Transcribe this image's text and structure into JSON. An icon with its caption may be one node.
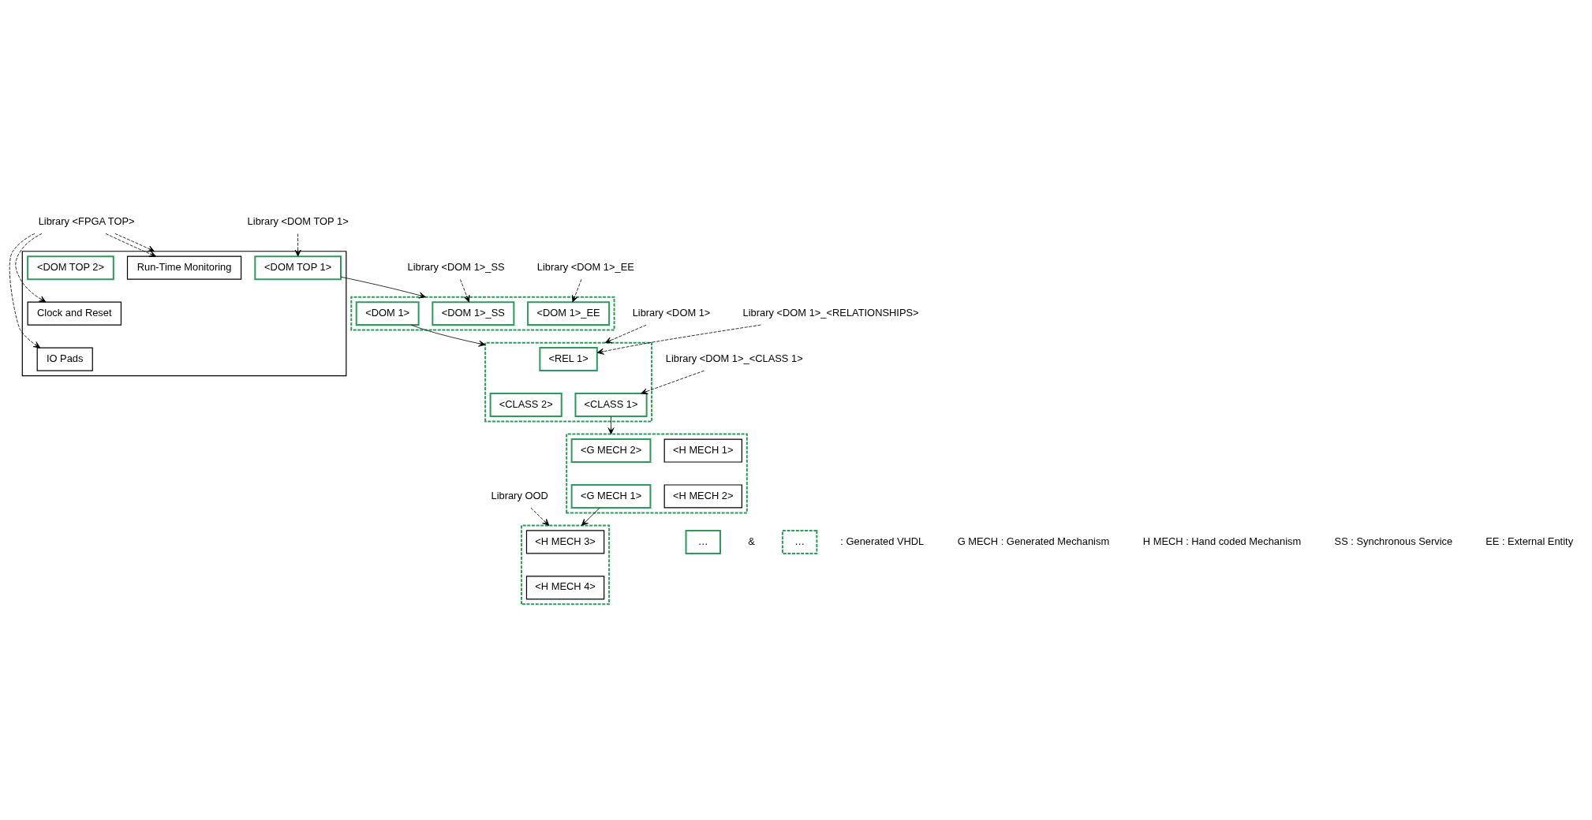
{
  "diagram": {
    "nodes": [
      {
        "text": [],
        "shape": "box"
      },
      {
        "text": [
          "Run-Time Monitoring"
        ],
        "in": 0
      },
      {
        "text": [
          "Clock and Reset"
        ],
        "in": 0
      },
      {
        "text": [
          "IO Pads"
        ],
        "in": 0
      },
      {
        "text": [
          "<DOM TOP 1>"
        ],
        "in": 0
      },
      {
        "text": [
          "<DOM TOP 2>"
        ],
        "in": 0
      },
      {
        "text": [
          "Library <FPGA TOP>"
        ]
      },
      {
        "text": [
          "Library <DOM TOP 1>"
        ]
      },
      {
        "text": [],
        "shape": "box"
      },
      {
        "text": [
          "<DOM 1>_SS"
        ],
        "in": 8
      },
      {
        "text": [
          "<DOM 1>"
        ],
        "in": 8
      },
      {
        "text": [
          "<DOM 1>_EE"
        ],
        "in": 8
      },
      {
        "text": [
          "Library <DOM 1>_SS"
        ]
      },
      {
        "text": [
          "Library <DOM 1>_EE"
        ]
      },
      {
        "text": [
          "Library <DOM 1>"
        ]
      },
      {
        "text": [],
        "shape": "box"
      },
      {
        "text": [
          "<REL 1>"
        ],
        "in": 15
      },
      {
        "text": [
          "<CLASS 1>"
        ],
        "in": 15
      },
      {
        "text": [
          "<CLASS 2>"
        ],
        "in": 15
      },
      {
        "text": [
          "Library <DOM 1>_<RELATIONSHIPS>"
        ]
      },
      {
        "text": [
          "Library <DOM 1>_<CLASS 1>"
        ]
      },
      {
        "text": [],
        "shape": "box"
      },
      {
        "text": [
          "<H MECH 3>"
        ],
        "in": 21
      },
      {
        "text": [
          "<H MECH 4>"
        ],
        "in": 21
      },
      {
        "text": [
          "Library OOD"
        ]
      },
      {
        "text": [],
        "shape": "box"
      },
      {
        "text": [
          "<G MECH 2>"
        ],
        "in": 25
      },
      {
        "text": [
          "<H MECH 1>"
        ],
        "in": 25
      },
      {
        "text": [
          "<G MECH 1>"
        ],
        "in": 25
      },
      {
        "text": [
          "<H MECH 2>"
        ],
        "in": 25
      },
      {
        "text": [
          "…"
        ]
      },
      {
        "text": [
          "…"
        ]
      }
    ],
    "edges": [
      {
        "from": 6,
        "to": 1,
        "arrow": "to",
        "style": "dashed"
      },
      {
        "from": 6,
        "to": 0,
        "arrow": "to",
        "style": "dashed"
      },
      {
        "from": 6,
        "to": 2,
        "arrow": "to",
        "style": "dashed"
      },
      {
        "from": 6,
        "to": 3,
        "arrow": "to",
        "style": "dashed"
      },
      {
        "from": 7,
        "to": 4,
        "arrow": "to",
        "style": "dashed"
      },
      {
        "from": 4,
        "to": 8,
        "arrow": "to"
      },
      {
        "from": 12,
        "to": 9,
        "arrow": "to",
        "style": "dashed"
      },
      {
        "from": 13,
        "to": 11,
        "arrow": "to",
        "style": "dashed"
      },
      {
        "from": 10,
        "to": 15,
        "arrow": "to"
      },
      {
        "from": 14,
        "to": 15,
        "arrow": "to",
        "style": "dashed"
      },
      {
        "from": 19,
        "to": 16,
        "arrow": "to",
        "style": "dashed"
      },
      {
        "from": 20,
        "to": 17,
        "arrow": "to",
        "style": "dashed"
      },
      {
        "from": 17,
        "to": 25,
        "arrow": "to"
      },
      {
        "from": 24,
        "to": 21,
        "arrow": "to",
        "style": "dashed"
      },
      {
        "from": 28,
        "to": 21,
        "arrow": "to"
      }
    ],
    "labels": [
      "&",
      ": Generated VHDL",
      "G MECH : Generated Mechanism",
      "H MECH : Hand coded Mechanism",
      "SS : Synchronous Service",
      "EE : External Entity"
    ]
  }
}
